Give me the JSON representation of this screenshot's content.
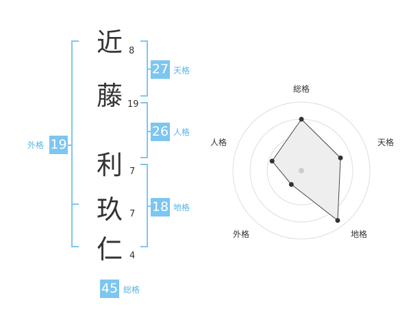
{
  "name": {
    "characters": [
      {
        "char": "近",
        "strokes": "8"
      },
      {
        "char": "藤",
        "strokes": "19"
      },
      {
        "char": "利",
        "strokes": "7"
      },
      {
        "char": "玖",
        "strokes": "7"
      },
      {
        "char": "仁",
        "strokes": "4"
      }
    ]
  },
  "kakusu": {
    "tenkaku": {
      "value": "27",
      "label": "天格"
    },
    "jinkaku": {
      "value": "26",
      "label": "人格"
    },
    "chikaku": {
      "value": "18",
      "label": "地格"
    },
    "gaikaku": {
      "value": "19",
      "label": "外格"
    },
    "soukaku": {
      "value": "45",
      "label": "総格"
    }
  },
  "radar": {
    "axes": [
      "総格",
      "天格",
      "地格",
      "外格",
      "人格"
    ],
    "levels": 4,
    "values": [
      0.75,
      0.6,
      0.9,
      0.25,
      0.45
    ],
    "colors": {
      "ring": "#dddddd",
      "fill": "#eeeeee",
      "line": "#444444",
      "point": "#333333",
      "center": "#cccccc"
    }
  },
  "colors": {
    "bracket": "#7cc6f0",
    "badge": "#7cc6f0",
    "label": "#5ab4e6"
  }
}
